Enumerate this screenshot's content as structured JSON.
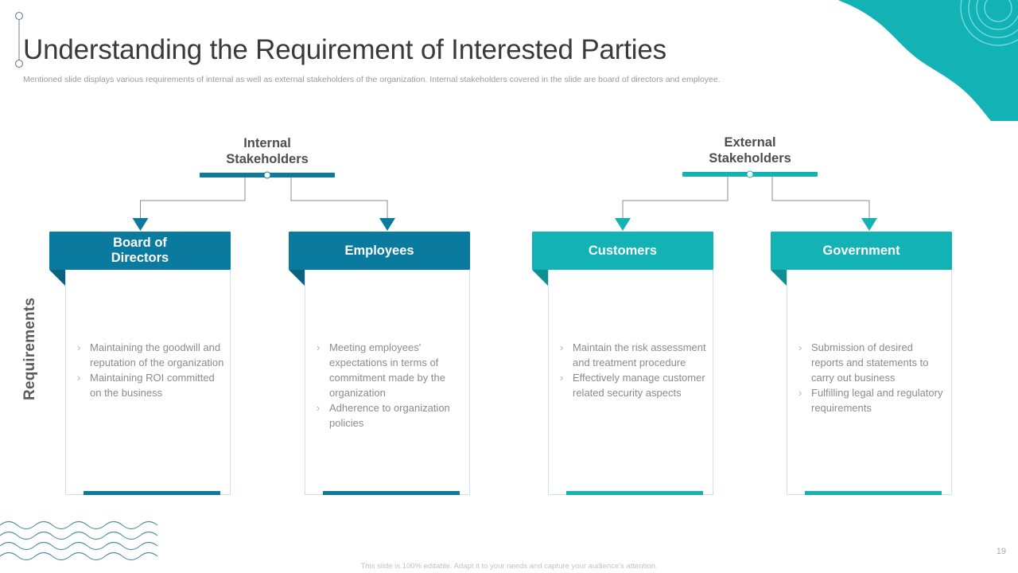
{
  "slide": {
    "title": "Understanding the Requirement of Interested Parties",
    "subtitle": "Mentioned slide displays various requirements of internal as well as external stakeholders of the organization. Internal stakeholders covered in the slide are board of directors and employee.",
    "side_label": "Requirements",
    "footer_note": "This slide is 100% editable. Adapt it to your needs and capture your audience's attention.",
    "page_number": "19"
  },
  "colors": {
    "internal_accent": "#0a7a9e",
    "external_accent": "#12b2b5",
    "internal_fold": "#0b6180",
    "external_fold": "#0e8f92",
    "title_text": "#3a3a3c",
    "group_label_text": "#4d4d52",
    "body_text": "#8b8b90",
    "card_border": "#cfe3ea",
    "connector_line": "#8b8b90",
    "decor_teal": "#12b2b5"
  },
  "groups": [
    {
      "id": "internal",
      "label": "Internal\nStakeholders",
      "accent": "#0a7a9e",
      "node_border": "#0a7a9e"
    },
    {
      "id": "external",
      "label": "External\nStakeholders",
      "accent": "#12b2b5",
      "node_border": "#12b2b5"
    }
  ],
  "cards": [
    {
      "id": "board-of-directors",
      "group": "internal",
      "title": "Board of\nDirectors",
      "header_color": "#0a7a9e",
      "fold_color": "#0b6180",
      "bullet_icon": "chevron-right-glyph",
      "bullets": [
        "Maintaining the goodwill and reputation of the organization",
        "Maintaining ROI committed on the business"
      ]
    },
    {
      "id": "employees",
      "group": "internal",
      "title": "Employees",
      "header_color": "#0a7a9e",
      "fold_color": "#0b6180",
      "bullet_icon": "chevron-right-glyph",
      "bullets": [
        "Meeting employees' expectations in terms of commitment made by the organization",
        "Adherence to organization policies"
      ]
    },
    {
      "id": "customers",
      "group": "external",
      "title": "Customers",
      "header_color": "#12b2b5",
      "fold_color": "#0e8f92",
      "bullet_icon": "chevron-right-glyph",
      "bullets": [
        "Maintain the risk assessment and treatment procedure",
        "Effectively manage customer related security aspects"
      ]
    },
    {
      "id": "government",
      "group": "external",
      "title": "Government",
      "header_color": "#12b2b5",
      "fold_color": "#0e8f92",
      "bullet_icon": "chevron-right-glyph",
      "bullets": [
        "Submission of desired reports and statements to carry out business",
        "Fulfilling legal and regulatory requirements"
      ]
    }
  ],
  "bullet_glyph": "›"
}
